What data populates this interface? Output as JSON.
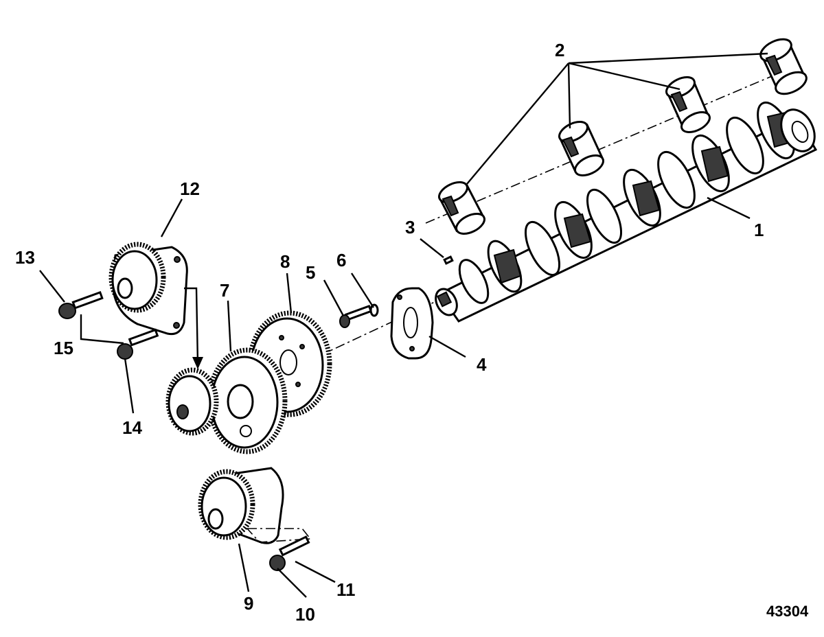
{
  "figure_number": "43304",
  "callouts": {
    "c1": "1",
    "c2": "2",
    "c3": "3",
    "c4": "4",
    "c5": "5",
    "c6": "6",
    "c7": "7",
    "c8": "8",
    "c9": "9",
    "c10": "10",
    "c11": "11",
    "c12": "12",
    "c13": "13",
    "c14": "14",
    "c15": "15"
  }
}
